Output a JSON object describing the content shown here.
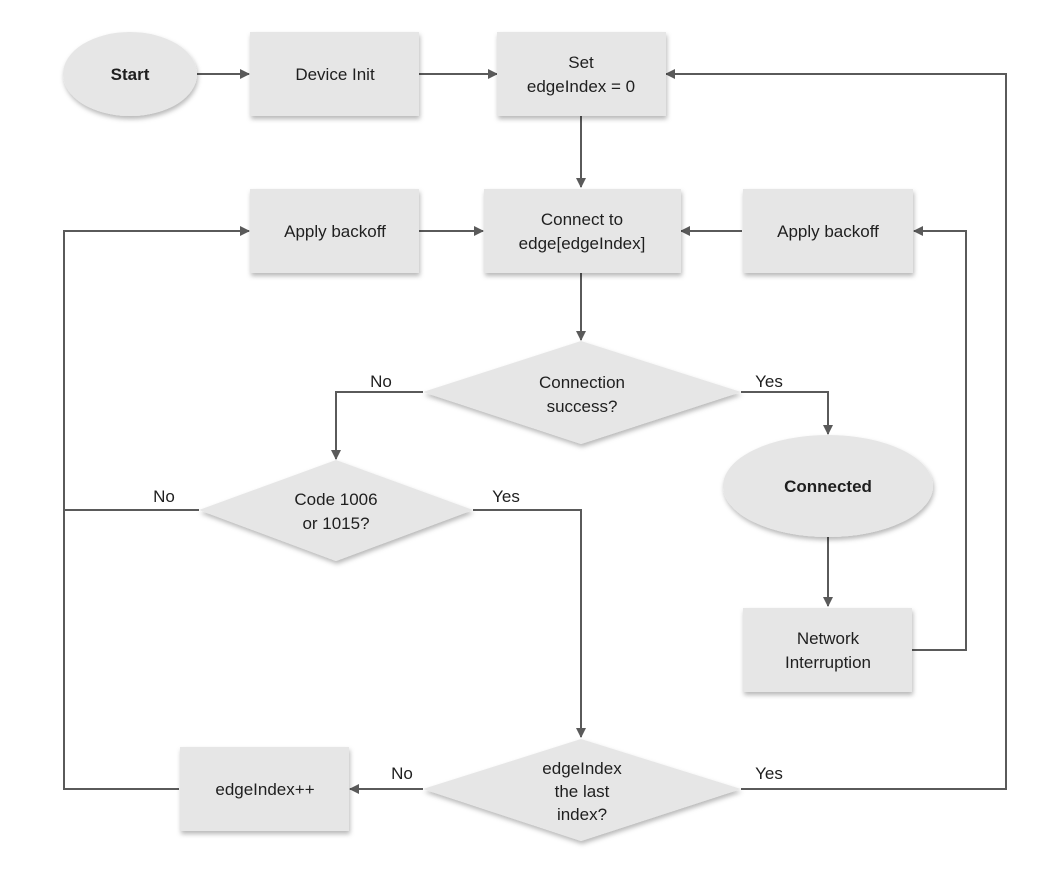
{
  "colors": {
    "node_fill": "#e6e6e6",
    "line": "#5a5a5a",
    "text": "#1f1f1f",
    "background": "#ffffff"
  },
  "nodes": {
    "start": "Start",
    "device_init": "Device Init",
    "set_edge_index": [
      "Set",
      "edgeIndex = 0"
    ],
    "connect": [
      "Connect to",
      "edge[edgeIndex]"
    ],
    "backoff_left": "Apply backoff",
    "backoff_right": "Apply backoff",
    "connection_success": [
      "Connection",
      "success?"
    ],
    "connected": "Connected",
    "code_check": [
      "Code 1006",
      "or 1015?"
    ],
    "network_interruption": [
      "Network",
      "Interruption"
    ],
    "last_index": [
      "edgeIndex",
      "the last",
      "index?"
    ],
    "increment": "edgeIndex++"
  },
  "edge_labels": {
    "success_no": "No",
    "success_yes": "Yes",
    "code_no": "No",
    "code_yes": "Yes",
    "last_no": "No",
    "last_yes": "Yes"
  }
}
